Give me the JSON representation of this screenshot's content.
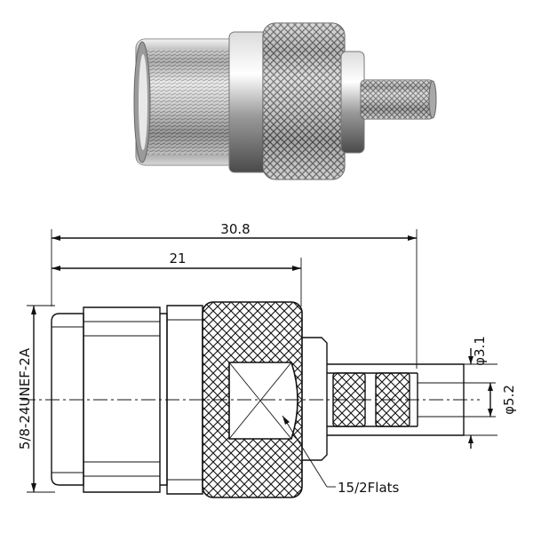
{
  "photo": {
    "subject": "N female to crimp connector photo"
  },
  "dimensions": {
    "overall_length": "30.8",
    "body_length": "21",
    "thread_spec": "5/8-24UNEF-2A",
    "pin_diameter": "φ3.1",
    "crimp_diameter": "φ5.2",
    "flats_note": "15/2Flats"
  },
  "colors": {
    "metal_light": "#e9e9e9",
    "metal_dark": "#3a3a3a",
    "ink": "#111111"
  }
}
